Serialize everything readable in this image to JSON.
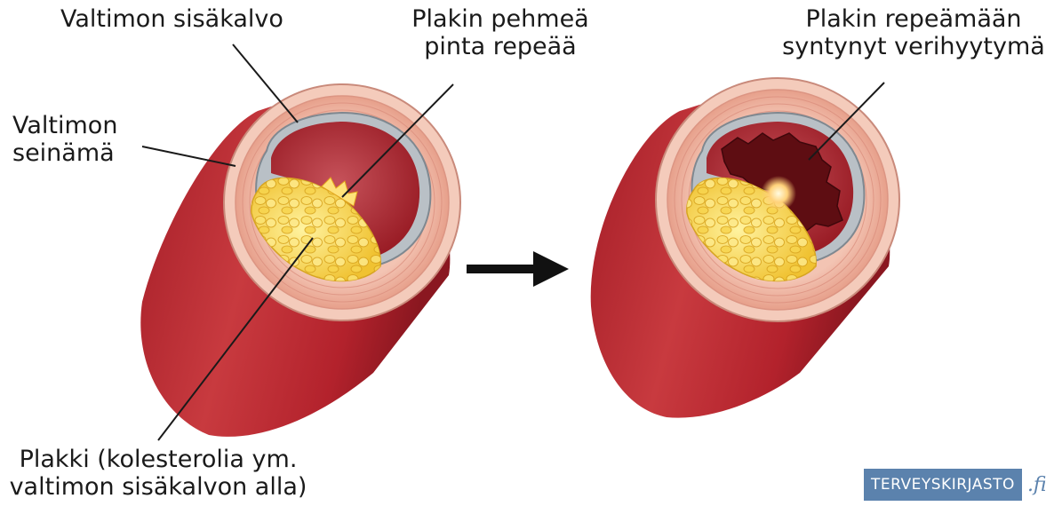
{
  "labels": {
    "inner_lining": "Valtimon sisäkalvo",
    "surface_rupture": [
      "Plakin pehmeä",
      "pinta repeää"
    ],
    "clot": [
      "Plakin repeämään",
      "syntynyt verihyytymä"
    ],
    "wall": [
      "Valtimon",
      "seinämä"
    ],
    "plaque": [
      "Plakki (kolesterolia ym.",
      "valtimon sisäkalvon alla)"
    ]
  },
  "logo": {
    "main": "TERVEYSKIRJASTO",
    "suffix": ".fi"
  },
  "colors": {
    "vessel": "#b0212b",
    "vessel_dark": "#8d1820",
    "wall_pink": "#f1b9a6",
    "lumen": "#a8232d",
    "lining_gray": "#a9b1b8",
    "plaque_yellow": "#f7d24a",
    "clot": "#5e0d12",
    "arrow": "#111111",
    "logo_blue": "#5b82ad"
  }
}
